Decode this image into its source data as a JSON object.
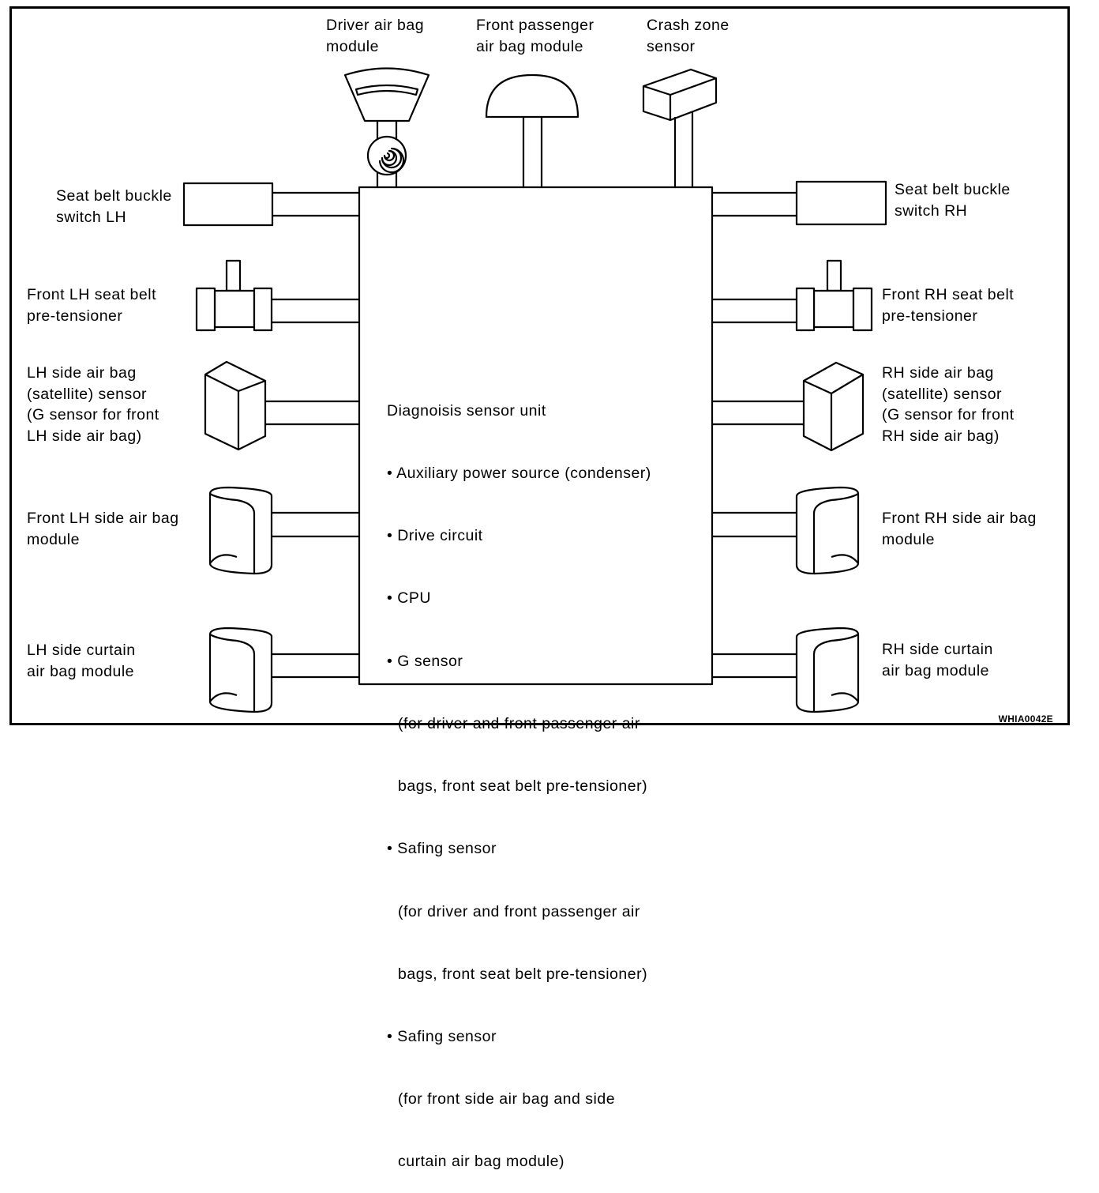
{
  "labels": {
    "driver_airbag": "Driver air bag\nmodule",
    "passenger_airbag": "Front passenger\nair bag module",
    "crash_zone": "Crash zone\nsensor",
    "buckle_lh": "Seat belt buckle\nswitch LH",
    "buckle_rh": "Seat belt buckle\nswitch RH",
    "pretensioner_lh": "Front LH seat belt\npre-tensioner",
    "pretensioner_rh": "Front RH seat belt\npre-tensioner",
    "satellite_lh": "LH side air bag\n(satellite) sensor\n(G sensor for front\nLH side air bag)",
    "satellite_rh": "RH side air bag\n(satellite) sensor\n(G sensor for front\nRH side air bag)",
    "side_airbag_lh": "Front LH side air bag\nmodule",
    "side_airbag_rh": "Front RH side air bag\nmodule",
    "curtain_lh": "LH side curtain\nair bag module",
    "curtain_rh": "RH side curtain\nair bag module"
  },
  "unit": {
    "title": "Diagnoisis sensor unit",
    "items": [
      "• Auxiliary power source (condenser)",
      "• Drive circuit",
      "• CPU",
      "• G sensor",
      "(for driver and front passenger air",
      "bags, front seat belt pre-tensioner)",
      "• Safing sensor",
      "(for driver and front passenger air",
      "bags, front seat belt pre-tensioner)",
      "• Safing sensor",
      "(for front side air bag and side",
      "curtain air bag module)"
    ]
  },
  "figure_code": "WHIA0042E"
}
